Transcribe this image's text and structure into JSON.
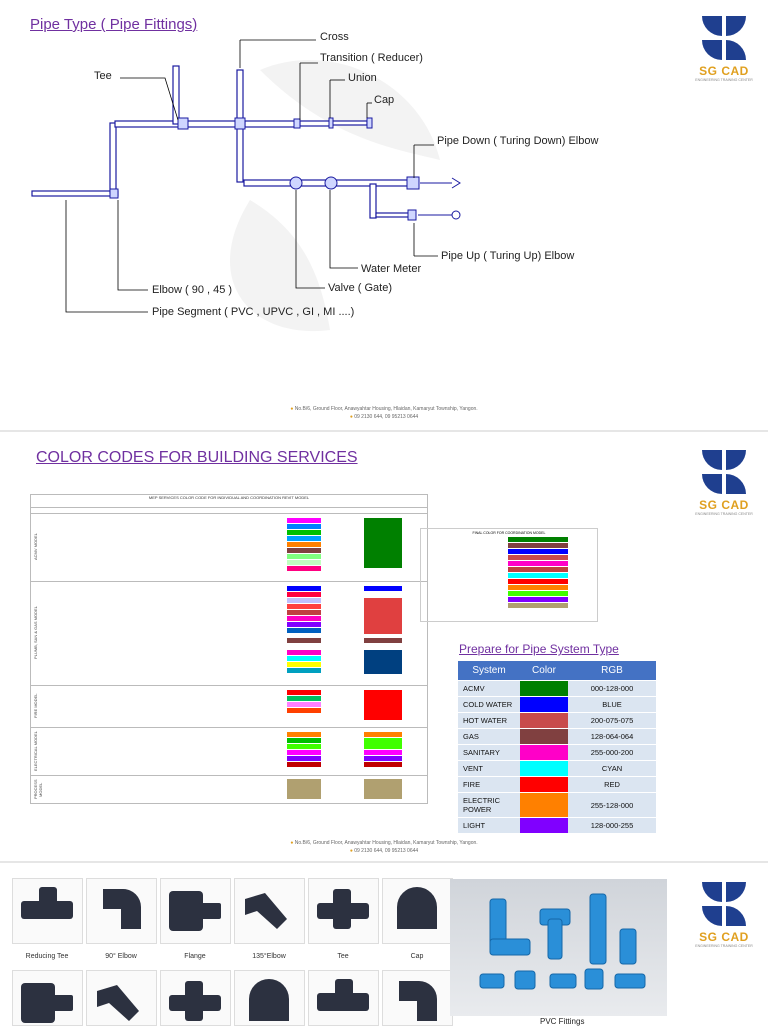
{
  "slide1": {
    "title": "Pipe Type ( Pipe Fittings)",
    "labels": {
      "cross": "Cross",
      "transition": "Transition ( Reducer)",
      "union": "Union",
      "cap": "Cap",
      "tee": "Tee",
      "pipe_down": "Pipe Down ( Turing Down) Elbow",
      "pipe_up": "Pipe Up ( Turing Up) Elbow",
      "water_meter": "Water Meter",
      "valve": "Valve ( Gate)",
      "elbow": "Elbow ( 90 , 45 )",
      "pipe_segment": "Pipe Segment ( PVC , UPVC , GI , MI ....)"
    }
  },
  "logo": {
    "brand": "SG CAD",
    "tagline": "ENGINEERING TRAINING CENTER"
  },
  "footer": {
    "address": "No.B/6, Ground Floor, Anawyahtar Housing, Hlaidan, Kamaryut Township, Yangon.",
    "phone": "09 2130 644, 09 95213 0644"
  },
  "slide2": {
    "title": "COLOR CODES FOR BUILDING SERVICES",
    "sheet_title": "MEP SERVICES COLOR CODE FOR INDIVIDUAL AND COORDINATION REVIT MODEL",
    "sheet_groups": [
      "ACMV MODEL",
      "PLUMB, SAN & GAS MODEL",
      "FIRE MODEL",
      "ELECTRICAL MODEL",
      "PROCESS MODEL"
    ],
    "mini_title": "FINAL COLOR FOR COORDINATION MODEL",
    "prepare_title": "Prepare for Pipe System Type",
    "table": {
      "headers": [
        "System",
        "Color",
        "RGB"
      ],
      "rows": [
        {
          "system": "ACMV",
          "color": "#008000",
          "rgb": "000-128-000"
        },
        {
          "system": "COLD WATER",
          "color": "#0000ff",
          "rgb": "BLUE"
        },
        {
          "system": "HOT WATER",
          "color": "#c84b4b",
          "rgb": "200-075-075"
        },
        {
          "system": "GAS",
          "color": "#804040",
          "rgb": "128-064-064"
        },
        {
          "system": "SANITARY",
          "color": "#ff00c8",
          "rgb": "255-000-200"
        },
        {
          "system": "VENT",
          "color": "#00ffff",
          "rgb": "CYAN"
        },
        {
          "system": "FIRE",
          "color": "#ff0000",
          "rgb": "RED"
        },
        {
          "system": "ELECTRIC POWER",
          "color": "#ff8000",
          "rgb": "255-128-000"
        },
        {
          "system": "LIGHT",
          "color": "#8000ff",
          "rgb": "128-000-255"
        }
      ]
    }
  },
  "slide3": {
    "fittings": [
      "Reducing Tee",
      "90° Elbow",
      "Flange",
      "135°Elbow",
      "Tee",
      "Cap"
    ],
    "photo_caption": "PVC Fittings"
  },
  "colors": {
    "accent": "#7030a0",
    "logo_blue": "#1f3f8f",
    "logo_gold": "#e0a020",
    "pipe": "#1a1aa0"
  }
}
